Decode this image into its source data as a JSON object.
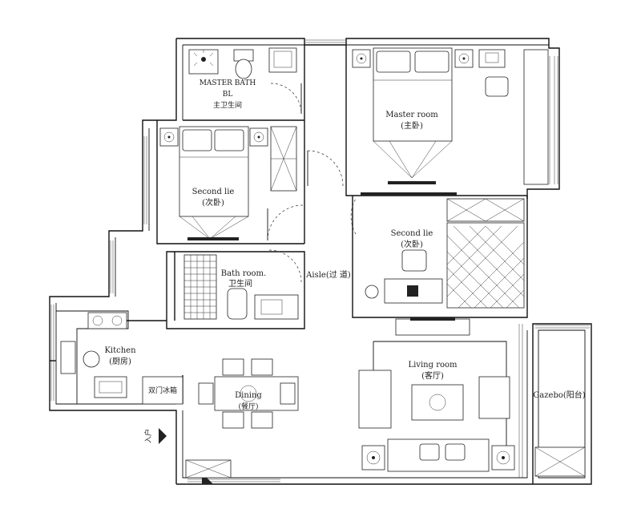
{
  "rooms": {
    "master_bath": {
      "en": "MASTER BATH",
      "abbr": "BL",
      "zh": "主卫生间"
    },
    "master_room": {
      "en": "Master room",
      "zh": "(主卧)"
    },
    "second_lie_left": {
      "en": "Second lie",
      "zh": "(次卧)"
    },
    "second_lie_right": {
      "en": "Second lie",
      "zh": "(次卧)"
    },
    "bath_room": {
      "en": "Bath room.",
      "zh": "卫生间"
    },
    "aisle": {
      "en": "Aisle(过 道)"
    },
    "kitchen": {
      "en": "Kitchen",
      "zh": "(厨房)"
    },
    "dining": {
      "en": "Dining",
      "zh": "(餐厅)"
    },
    "living_room": {
      "en": "Living room",
      "zh": "(客厅)"
    },
    "gazebo": {
      "en": "Gazebo(阳台)"
    }
  },
  "entrance_label": "入户",
  "fridge_label": "双门冰箱"
}
